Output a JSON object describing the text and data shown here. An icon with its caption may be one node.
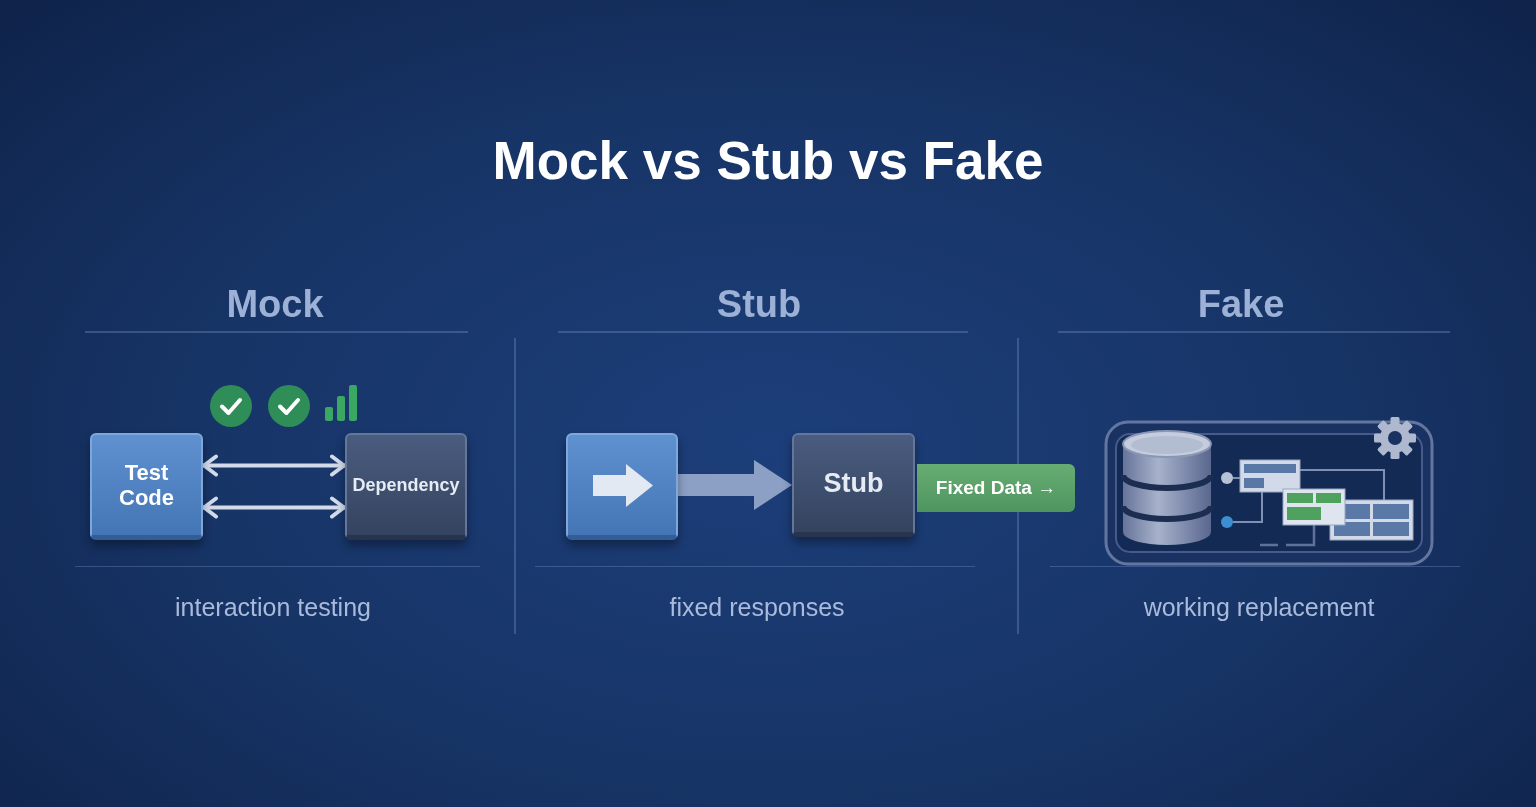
{
  "diagram": {
    "title": "Mock vs Stub vs Fake",
    "nodes": [
      {
        "text": [
          "Test Code"
        ]
      },
      {
        "text": [
          "Dependency"
        ]
      },
      {
        "text": [],
        "shape": "box"
      },
      {
        "text": [
          "Stub"
        ]
      },
      {
        "text": [
          "Fixed Data →"
        ]
      },
      {
        "text": [],
        "shape": "picture"
      }
    ],
    "edges": [
      {
        "from": 0,
        "to": 1,
        "arrow": "both"
      },
      {
        "from": 0,
        "to": 1,
        "arrow": "both"
      },
      {
        "from": 2,
        "to": 3,
        "arrow": "to",
        "style": "thick",
        "color": "#8ca0c6"
      }
    ],
    "labels": [
      "Mock",
      "Stub",
      "Fake",
      "interaction testing",
      "fixed responses",
      "working replacement"
    ]
  }
}
